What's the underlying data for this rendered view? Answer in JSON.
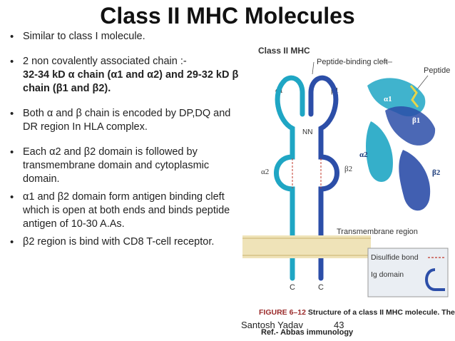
{
  "title": "Class II MHC Molecules",
  "bullets": [
    {
      "text": "Similar to class I molecule."
    },
    {
      "text": "2 non covalently associated chain :-",
      "bold": "32-34 kD α chain (α1 and α2)  and  29-32 kD β chain (β1 and  β2)."
    },
    {
      "text": "Both α and β  chain  is encoded by DP,DQ and DR region In HLA complex."
    },
    {
      "text": "Each  α2 and β2 domain is followed by transmembrane domain and cytoplasmic domain."
    },
    {
      "text": "α1 and β2 domain form antigen binding cleft which is open at both ends and binds peptide antigen of 10-30  A.As."
    },
    {
      "text": "β2 region is bind with CD8 T-cell receptor."
    }
  ],
  "figure": {
    "header": "Class II MHC",
    "labels": {
      "cleft": "Peptide-binding cleft",
      "peptide": "Peptide",
      "a1": "α1",
      "b1": "β1",
      "a2": "α2",
      "b2": "β2",
      "nn": "NN",
      "transmembrane": "Transmembrane region",
      "c_left": "C",
      "c_right": "C",
      "a1_ribbon": "α1",
      "b1_ribbon": "β1",
      "a2_ribbon": "α2",
      "b2_ribbon": "β2"
    },
    "legend": {
      "disulfide": "Disulfide bond",
      "ig": "Ig domain"
    },
    "caption_label": "FIGURE 6–12",
    "caption_text": "Structure of a class II MHC molecule. The"
  },
  "footer": {
    "name": "Santosh Yadav",
    "page": "43",
    "ref": "Ref.- Abbas immunology"
  },
  "colors": {
    "alpha_chain": "#1fa6c4",
    "beta_chain": "#2c4ea8",
    "disulfide": "#c0392b"
  }
}
